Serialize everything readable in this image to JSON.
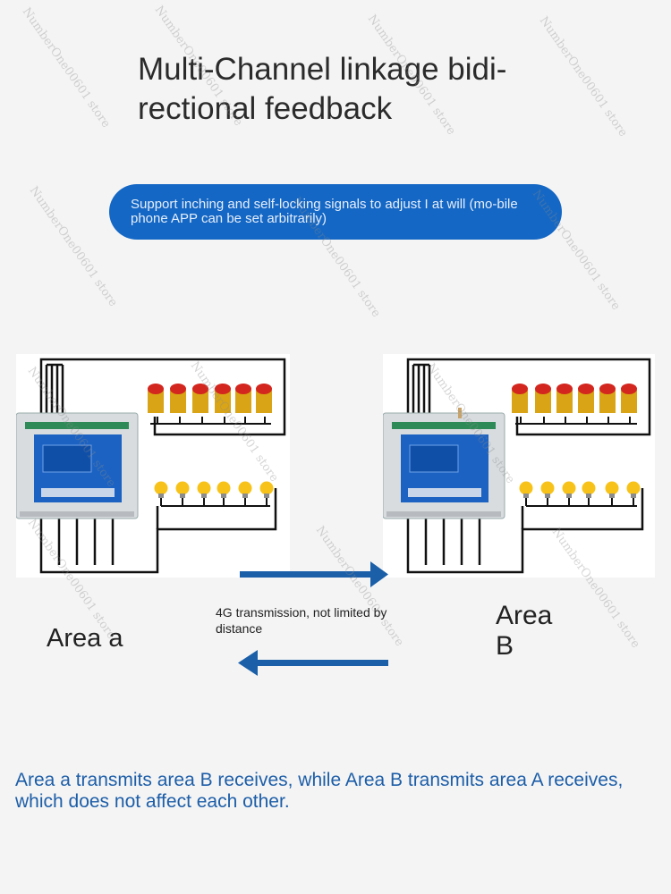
{
  "title": "Multi-Channel linkage bidi-rectional feedback",
  "banner": "Support inching and self-locking signals to adjust I at will (mo-bile phone APP can be set arbitrarily)",
  "area_a": "Area a",
  "area_b": "Area B",
  "transmission": "4G transmission, not limited by distance",
  "footer": "Area a transmits area B receives, while Area B transmits area A receives, which does not affect each other.",
  "watermark": "NumberOne00601 store",
  "colors": {
    "banner": "#1467c4",
    "arrow": "#1a5fa8",
    "footer_text": "#1d5ea8"
  },
  "icons": [
    "emergency-stop-button-icon",
    "light-bulb-icon",
    "relay-controller-icon",
    "arrow-right-icon",
    "arrow-left-icon"
  ]
}
